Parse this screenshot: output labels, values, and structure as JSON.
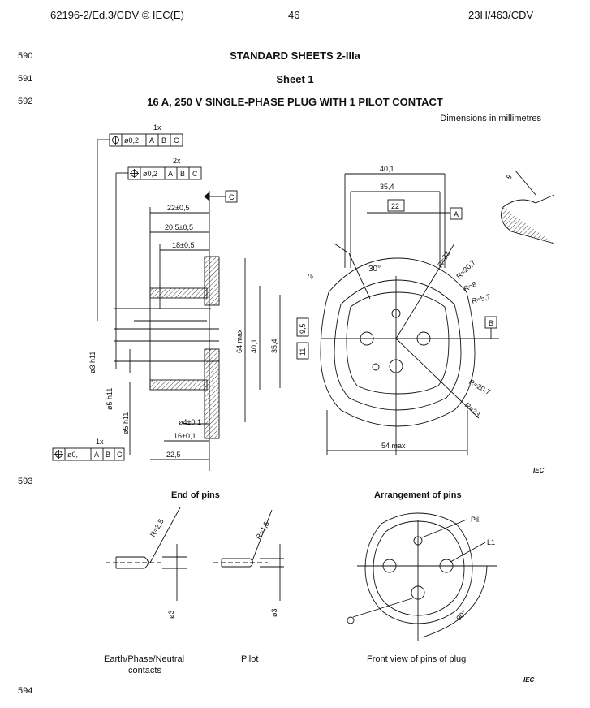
{
  "header": {
    "doc_id": "62196-2/Ed.3/CDV © IEC(E)",
    "page": "46",
    "code": "23H/463/CDV"
  },
  "line_numbers": [
    "590",
    "591",
    "592",
    "593",
    "594"
  ],
  "titles": {
    "standard": "STANDARD SHEETS 2-IIIa",
    "sheet": "Sheet 1",
    "plug": "16 A, 250 V SINGLE-PHASE PLUG WITH 1 PILOT CONTACT"
  },
  "dimensions_note": "Dimensions in millimetres",
  "fig1": {
    "tol_1x": "1x",
    "tol_2x": "2x",
    "tol_1x_b": "1x",
    "tol_value": "ø0,2",
    "tol_value_b": "ø0,",
    "datum_a": "A",
    "datum_b": "B",
    "datum_c": "C",
    "dim_22": "22±0,5",
    "dim_20_5": "20,5±0,5",
    "dim_18": "18±0,5",
    "dim_64": "64 max",
    "dim_40_1": "40,1",
    "dim_35_4": "35,4",
    "dim_9_5": "9,5",
    "dim_11": "11",
    "dim_4": "ø4±0,1",
    "dim_16": "16±0,1",
    "dim_22_5": "22,5",
    "dim_h11_3": "ø3 h11",
    "dim_h11_5a": "ø5 h11",
    "dim_h11_5b": "ø5 h11",
    "top_40_1": "40,1",
    "top_35_4": "35,4",
    "top_22": "22",
    "angle_30": "30°",
    "dim_54": "54 max",
    "dim_2": "2",
    "r_23": "R≈23",
    "r_20_7": "R≈20,7",
    "r_8": "R≈8",
    "r_5_7": "R≈5,7",
    "r_20_7b": "R≈20,7",
    "r_23b": "R≈23",
    "detail_8": "8",
    "iec": "IEC"
  },
  "fig2": {
    "end_of_pins": "End of pins",
    "arrangement": "Arrangement of pins",
    "r_2_5": "R≈2,5",
    "r_1_5": "R≈1,5",
    "d_3_a": "ø3",
    "d_3_b": "ø3",
    "pil": "Pil.",
    "l1": "L1",
    "angle_90": "90°",
    "cap_earth": "Earth/Phase/Neutral",
    "cap_contacts": "contacts",
    "cap_pilot": "Pilot",
    "cap_front": "Front view of pins of plug",
    "iec": "IEC"
  }
}
